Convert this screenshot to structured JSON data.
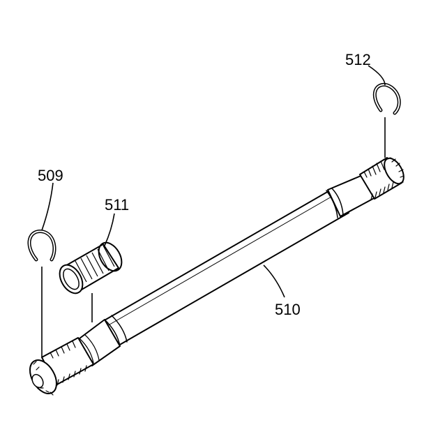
{
  "diagram": {
    "line_color": "#000000",
    "fill_color": "#ffffff",
    "parts": [
      {
        "id": "snap-ring-left",
        "icon": "snap-ring-icon"
      },
      {
        "id": "shaft",
        "icon": "splined-shaft-icon"
      },
      {
        "id": "needle-bearing",
        "icon": "needle-bearing-icon"
      },
      {
        "id": "snap-ring-right",
        "icon": "snap-ring-icon"
      }
    ],
    "callouts": {
      "c509": "509",
      "c510": "510",
      "c511": "511",
      "c512": "512"
    }
  }
}
